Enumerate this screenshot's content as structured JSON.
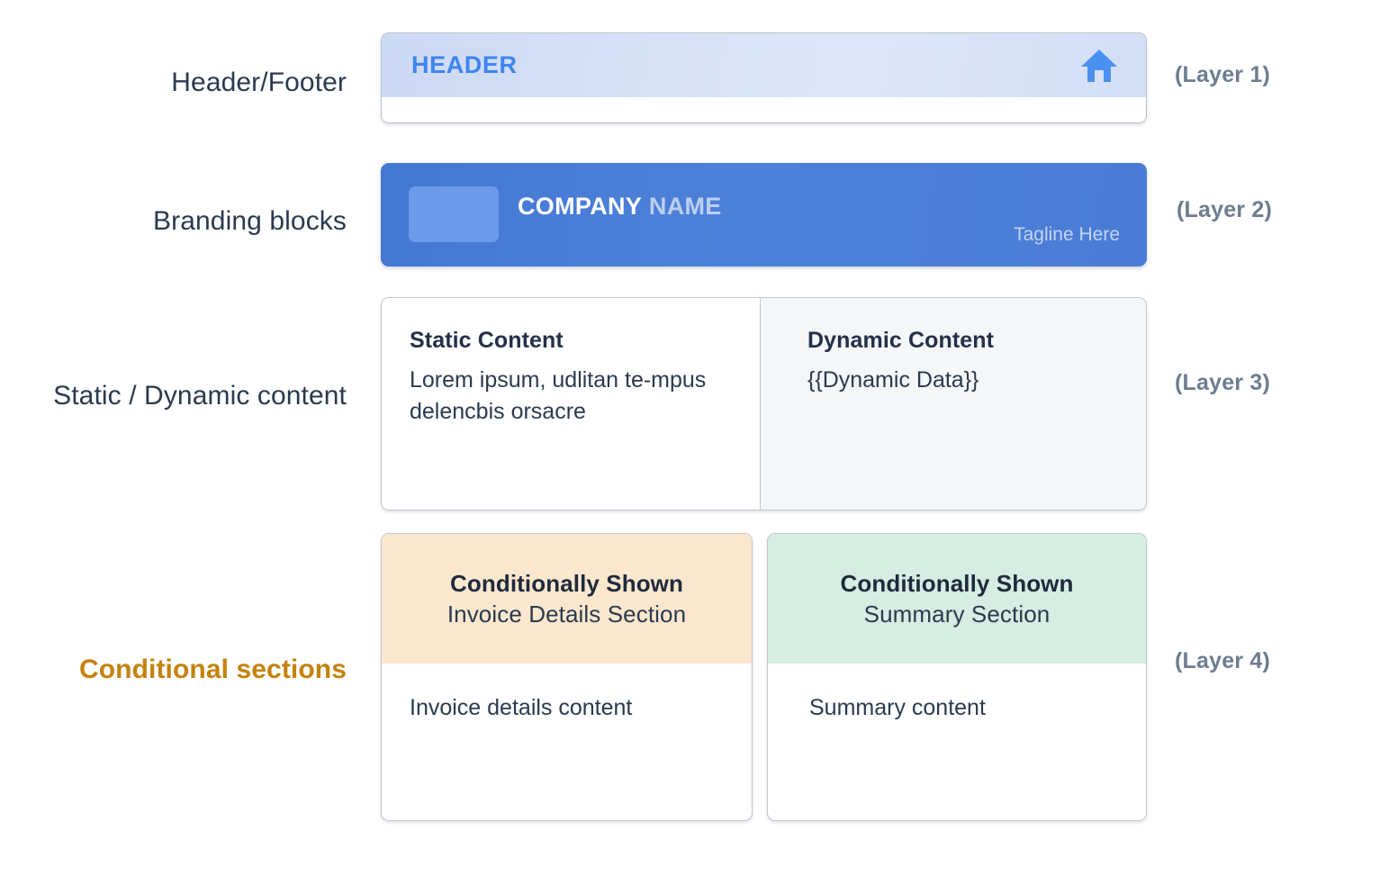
{
  "rows": [
    {
      "label": "Header/Footer",
      "layer": "(Layer 1)"
    },
    {
      "label": "Branding blocks",
      "layer": "(Layer 2)"
    },
    {
      "label": "Static / Dynamic content",
      "layer": "(Layer 3)"
    },
    {
      "label": "Conditional sections",
      "layer": "(Layer 4)"
    }
  ],
  "header_block": {
    "title": "HEADER",
    "icon": "home-icon"
  },
  "branding_block": {
    "logo": "logo-placeholder",
    "name_strong": "COMPANY",
    "name_soft": "NAME",
    "tagline": "Tagline Here"
  },
  "content_block": {
    "static": {
      "heading": "Static Content",
      "body": "Lorem ipsum, udlitan te-mpus delencbis orsacre"
    },
    "dynamic": {
      "heading": "Dynamic Content",
      "body": "{{Dynamic Data}}"
    }
  },
  "conditional_blocks": [
    {
      "head_line1": "Conditionally Shown",
      "head_line2": "Invoice Details Section",
      "body": "Invoice details content"
    },
    {
      "head_line1": "Conditionally Shown",
      "head_line2": "Summary Section",
      "body": "Summary content"
    }
  ],
  "colors": {
    "header_text": "#3E85F0",
    "brand_bg": "#4A7CD6",
    "invoice_head_bg": "#FAE7CE",
    "summary_head_bg": "#D5EDE2",
    "accent_label": "#C4820E",
    "layer_label": "#6D7C90"
  }
}
